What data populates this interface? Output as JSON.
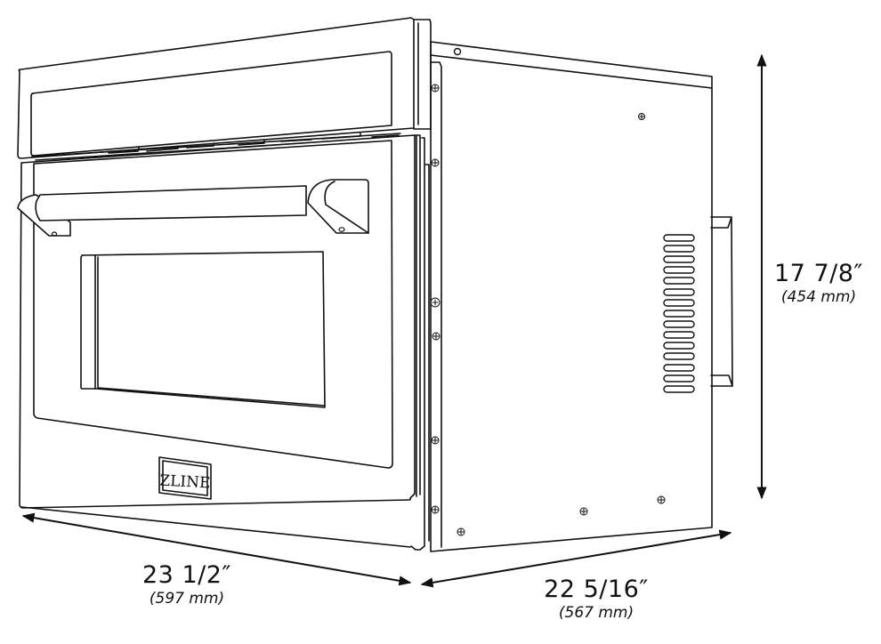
{
  "product": {
    "brand_badge": "ZLINE",
    "vent_slot_count": 15
  },
  "dimensions": {
    "height": {
      "imperial": "17 7/8″",
      "metric": "(454 mm)"
    },
    "width": {
      "imperial": "23 1/2″",
      "metric": "(597 mm)"
    },
    "depth": {
      "imperial": "22 5/16″",
      "metric": "(567 mm)"
    }
  },
  "colors": {
    "line": "#111111",
    "background": "#ffffff"
  }
}
